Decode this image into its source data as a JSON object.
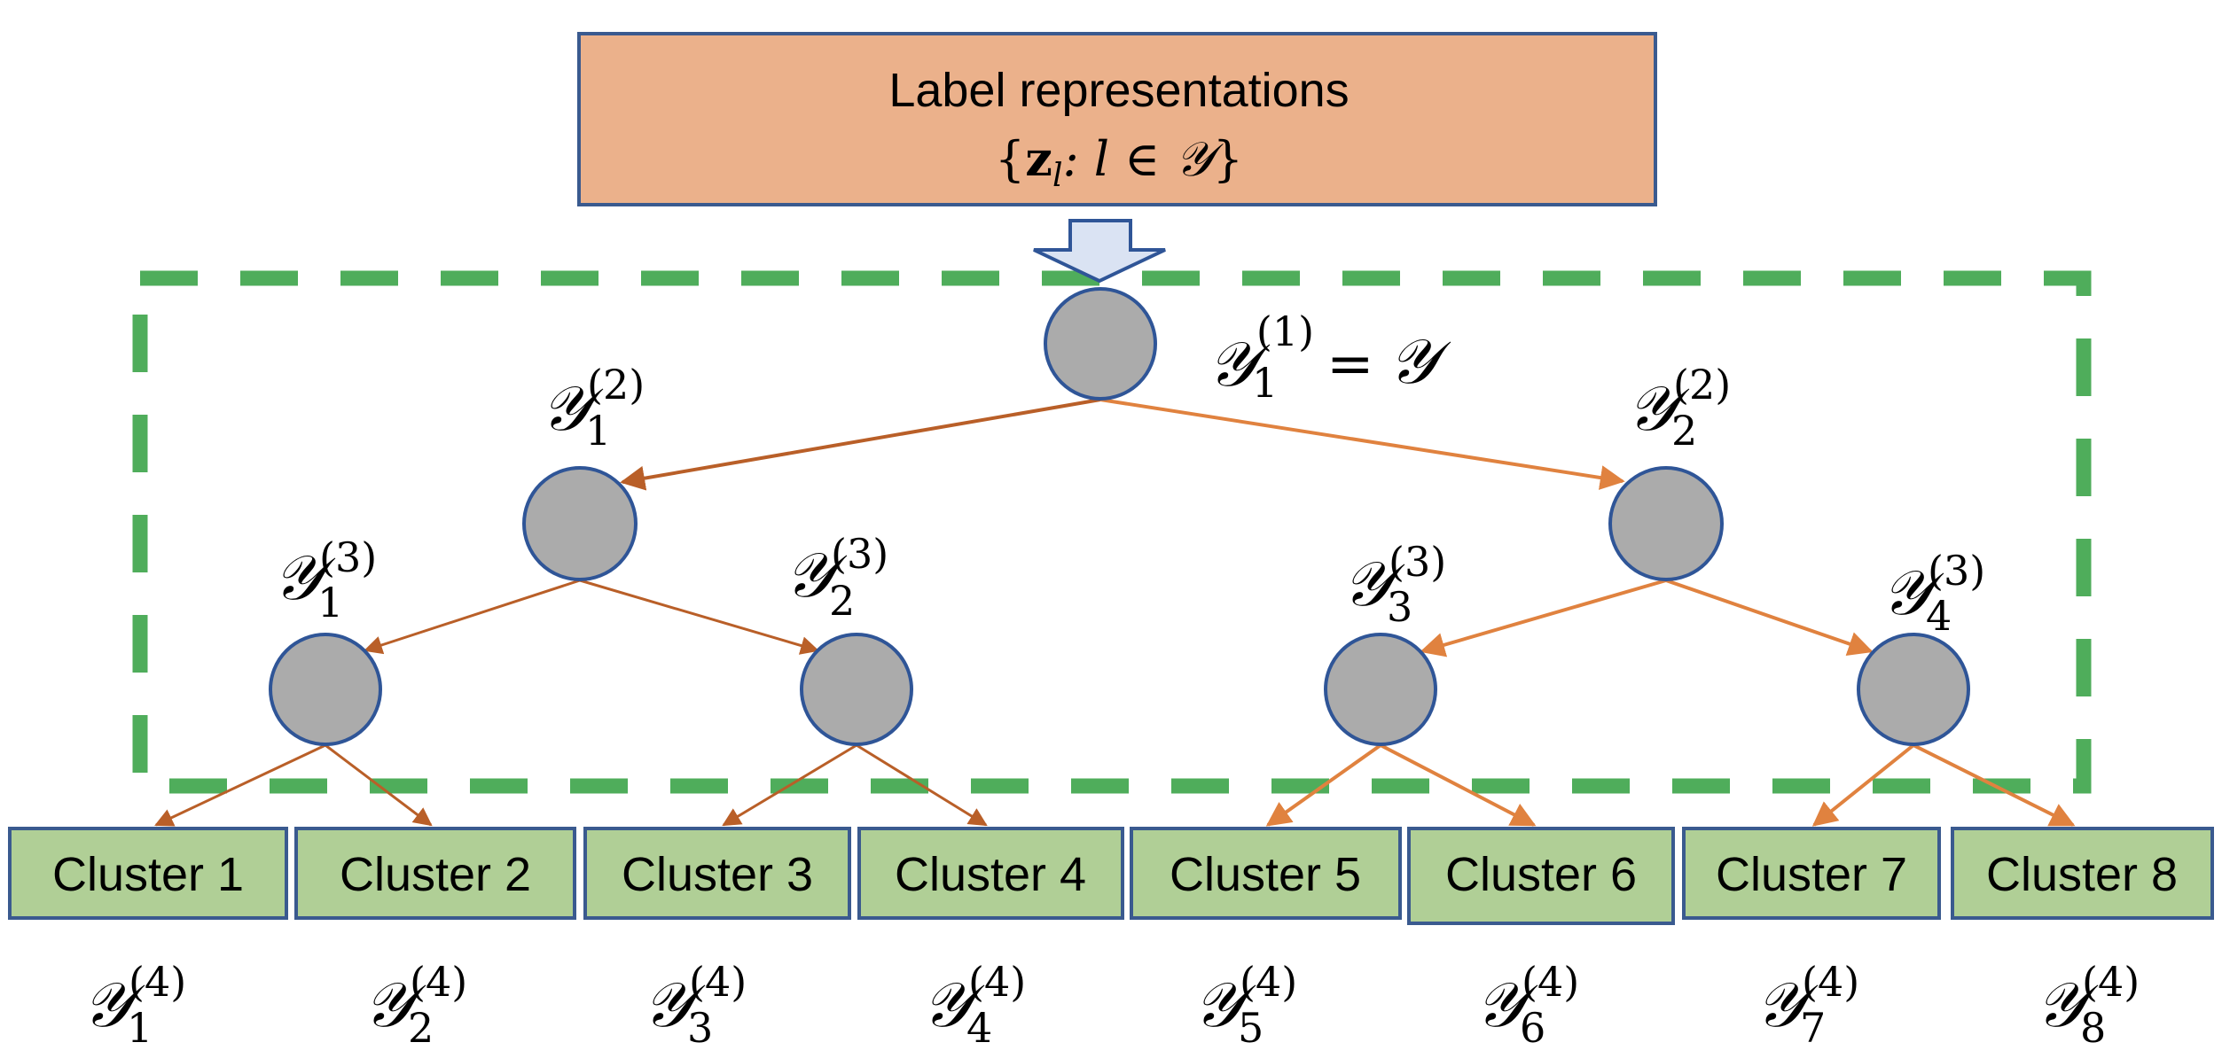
{
  "diagram": {
    "title_box": {
      "line1": "Label representations",
      "formula": {
        "open": "{",
        "vector": "z",
        "vector_sub": "l",
        "rest": ": l ∈ ",
        "set": "𝒴",
        "close": "}"
      },
      "fill": "#EBB18B",
      "stroke": "#3A5A8F"
    },
    "input_arrow": {
      "icon": "down-arrow-icon",
      "fill": "#DAE3F3",
      "stroke": "#2F5597"
    },
    "frame": {
      "style": "dashed",
      "color": "#4FAD5B"
    },
    "node_style": {
      "fill": "#ABABAB",
      "stroke": "#2F5597"
    },
    "edge_colors": {
      "left_subtree": "#B95F28",
      "right_subtree": "#E0823F"
    },
    "cluster_style": {
      "fill": "#B0CF96",
      "stroke": "#3A5A8F"
    },
    "root": {
      "symbol": "𝒴",
      "sub": "1",
      "sup": "(1)",
      "equals": "=",
      "rhs": "𝒴"
    },
    "level2": [
      {
        "symbol": "𝒴",
        "sub": "1",
        "sup": "(2)"
      },
      {
        "symbol": "𝒴",
        "sub": "2",
        "sup": "(2)"
      }
    ],
    "level3": [
      {
        "symbol": "𝒴",
        "sub": "1",
        "sup": "(3)"
      },
      {
        "symbol": "𝒴",
        "sub": "2",
        "sup": "(3)"
      },
      {
        "symbol": "𝒴",
        "sub": "3",
        "sup": "(3)"
      },
      {
        "symbol": "𝒴",
        "sub": "4",
        "sup": "(3)"
      }
    ],
    "clusters": [
      {
        "label": "Cluster 1",
        "symbol": "𝒴",
        "sub": "1",
        "sup": "(4)"
      },
      {
        "label": "Cluster 2",
        "symbol": "𝒴",
        "sub": "2",
        "sup": "(4)"
      },
      {
        "label": "Cluster 3",
        "symbol": "𝒴",
        "sub": "3",
        "sup": "(4)"
      },
      {
        "label": "Cluster 4",
        "symbol": "𝒴",
        "sub": "4",
        "sup": "(4)"
      },
      {
        "label": "Cluster 5",
        "symbol": "𝒴",
        "sub": "5",
        "sup": "(4)"
      },
      {
        "label": "Cluster 6",
        "symbol": "𝒴",
        "sub": "6",
        "sup": "(4)"
      },
      {
        "label": "Cluster 7",
        "symbol": "𝒴",
        "sub": "7",
        "sup": "(4)"
      },
      {
        "label": "Cluster 8",
        "symbol": "𝒴",
        "sub": "8",
        "sup": "(4)"
      }
    ]
  }
}
